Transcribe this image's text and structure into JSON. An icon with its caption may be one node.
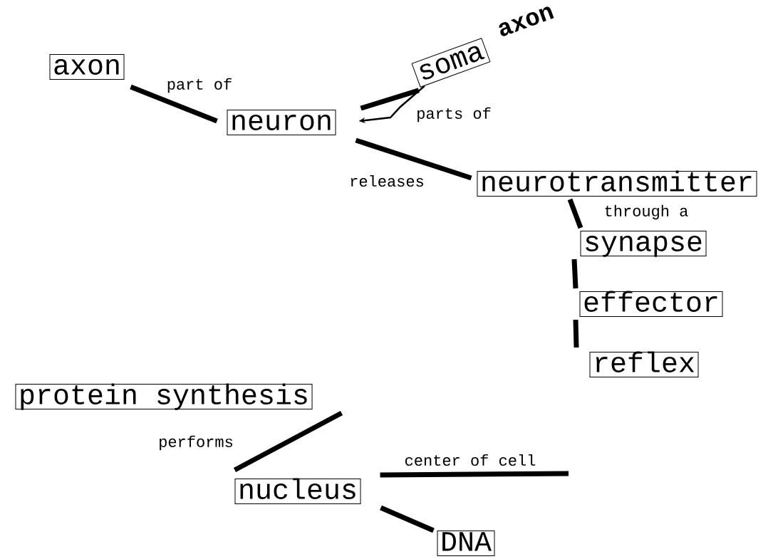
{
  "diagram": {
    "nodes": [
      {
        "text": [
          "axon"
        ]
      },
      {
        "text": [
          "neuron"
        ]
      },
      {
        "text": [
          "soma"
        ]
      },
      {
        "text": [
          "neurotransmitter"
        ]
      },
      {
        "text": [
          "synapse"
        ]
      },
      {
        "text": [
          "effector"
        ]
      },
      {
        "text": [
          "reflex"
        ]
      },
      {
        "text": [
          "protein synthesis"
        ]
      },
      {
        "text": [
          "nucleus"
        ]
      },
      {
        "text": [
          "DNA"
        ]
      }
    ],
    "edges": [
      {
        "from": 0,
        "to": 1,
        "arrow": "none",
        "label": "part of"
      },
      {
        "from": 1,
        "to": 2,
        "arrow": "none"
      },
      {
        "from": 2,
        "to": 1,
        "arrow": "to",
        "label": "parts of"
      },
      {
        "from": 1,
        "to": 3,
        "arrow": "none",
        "label": "releases"
      },
      {
        "from": 3,
        "to": 4,
        "arrow": "none",
        "label": "through a"
      },
      {
        "from": 4,
        "to": 5,
        "arrow": "none"
      },
      {
        "from": 5,
        "to": 6,
        "arrow": "none"
      },
      {
        "from": 7,
        "to": 8,
        "arrow": "none",
        "label": "performs"
      },
      {
        "from": 8,
        "to": null,
        "arrow": "none",
        "label": "center of cell"
      },
      {
        "from": 8,
        "to": 9,
        "arrow": "none"
      }
    ],
    "labels": [
      "axon"
    ]
  }
}
